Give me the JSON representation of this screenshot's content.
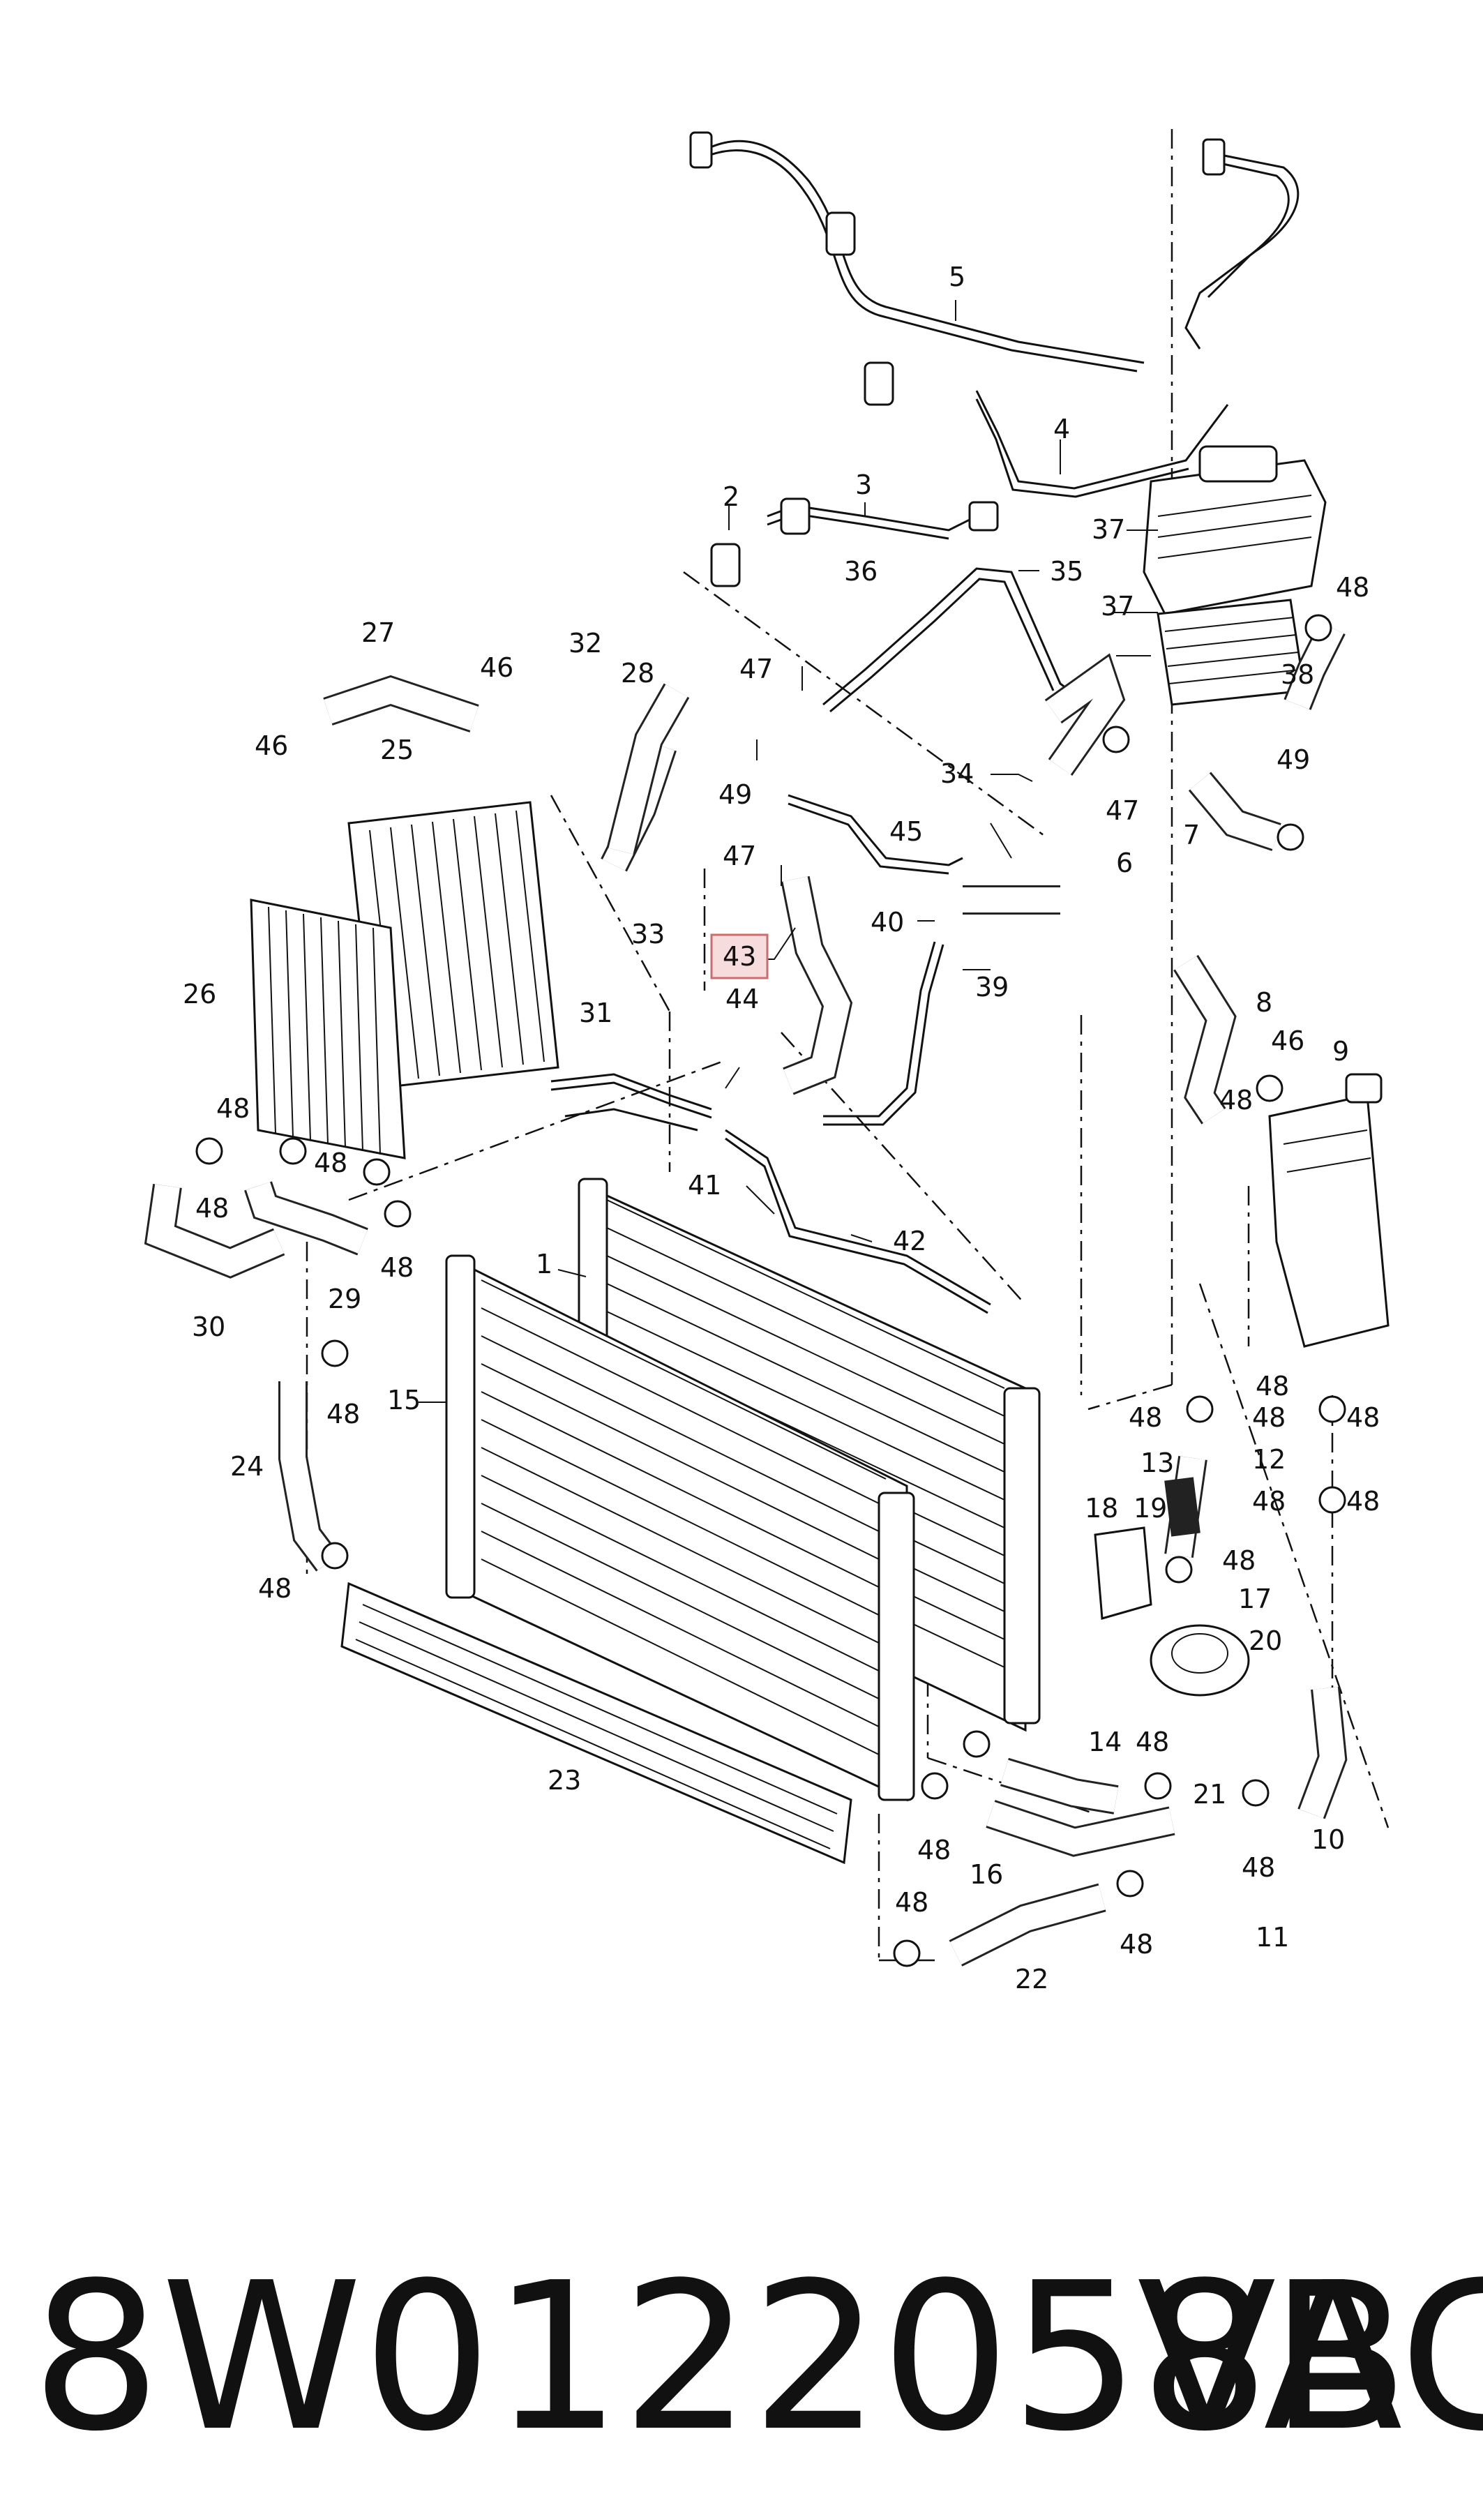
{
  "part_number": "8W0122058B",
  "brand": "VAG",
  "highlighted_label": "43",
  "colors": {
    "highlight_fill": "#f6dcdc",
    "highlight_stroke": "#d16b6b",
    "ink": "#111111"
  },
  "labels": {
    "l1": "1",
    "l2": "2",
    "l3": "3",
    "l4": "4",
    "l5": "5",
    "l6": "6",
    "l7": "7",
    "l8": "8",
    "l9": "9",
    "l10": "10",
    "l11": "11",
    "l12": "12",
    "l13": "13",
    "l14": "14",
    "l15": "15",
    "l16": "16",
    "l17": "17",
    "l18": "18",
    "l19": "19",
    "l20": "20",
    "l21": "21",
    "l22": "22",
    "l23": "23",
    "l24": "24",
    "l25": "25",
    "l26": "26",
    "l27": "27",
    "l28": "28",
    "l29": "29",
    "l30": "30",
    "l31": "31",
    "l32": "32",
    "l33": "33",
    "l34": "34",
    "l35": "35",
    "l36": "36",
    "l37a": "37",
    "l37b": "37",
    "l38": "38",
    "l39": "39",
    "l40": "40",
    "l41": "41",
    "l42": "42",
    "l43": "43",
    "l44": "44",
    "l45": "45",
    "l46a": "46",
    "l46b": "46",
    "l46c": "46",
    "l47a": "47",
    "l47b": "47",
    "l47c": "47",
    "l48a": "48",
    "l48b": "48",
    "l48c": "48",
    "l48d": "48",
    "l48e": "48",
    "l48f": "48",
    "l48g": "48",
    "l48h": "48",
    "l48i": "48",
    "l48j": "48",
    "l48k": "48",
    "l48l": "48",
    "l48m": "48",
    "l48n": "48",
    "l48o": "48",
    "l48p": "48",
    "l48q": "48",
    "l48r": "48",
    "l48s": "48",
    "l48t": "48",
    "l49a": "49",
    "l49b": "49"
  }
}
